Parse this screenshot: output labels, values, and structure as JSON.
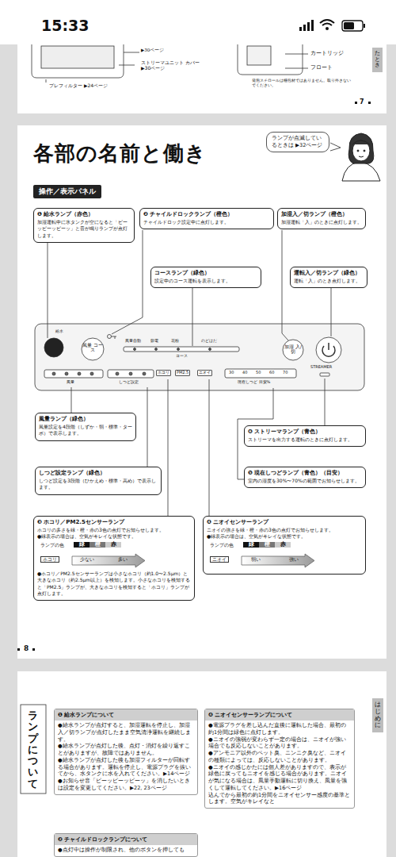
{
  "diagram": {
    "title": "各部の名前と働き",
    "nodes": [
      {
        "text": [
          "ランプが点滅しているときは ▶32ページ"
        ]
      },
      {
        "text": [
          "操作／表示パネル"
        ]
      },
      {
        "text": [
          "❶ 給水ランプ（赤色）",
          "加湿運転中に水タンクが空になると「ピーッピーッピーッ」と音が鳴りランプが点灯します。"
        ]
      },
      {
        "text": [
          "❷ チャイルドロックランプ（橙色）",
          "チャイルドロック設定中に点灯します。"
        ]
      },
      {
        "text": [
          "加湿入／切ランプ（橙色）",
          "加湿運転「入」のときに点灯します。"
        ]
      },
      {
        "text": [
          "コースランプ（緑色）",
          "設定中のコース運転を表示します。"
        ]
      },
      {
        "text": [
          "運転入／切ランプ（緑色）",
          "運転「入」のとき点灯します。"
        ]
      },
      {
        "text": [
          "風量ランプ（緑色）",
          "風量設定を4段階（しずか・弱・標準・ターボ）で表示します。"
        ]
      },
      {
        "text": [
          "❻ ストリーマランプ（青色）",
          "ストリーマを出力する運転のときに点灯します。"
        ]
      },
      {
        "text": [
          "❺ 現在しつどランプ（青色）（目安）",
          "室内の湿度を30%〜70%の範囲でお知らせします。"
        ]
      },
      {
        "text": [
          "しつど設定ランプ（緑色）",
          "しつど設定を3段階（ひかえめ・標準・高め）で表示します。"
        ]
      },
      {
        "text": [
          "❸ ホコリ／PM2.5センサーランプ",
          "ホコリの多さを緑・橙・赤の3色の点灯でお知らせします。",
          "●緑表示の場合は、空気がキレイな状態です。",
          "●ホコリ／PM2.5センサーランプは小さなホコリ（約1.0〜2.5μm）と大きなホコリ（約2.5μm以上）を検知します。小さなホコリを検知すると「PM2.5」ランプが、大きなホコリを検知すると「ホコリ」ランプが点灯します。"
        ]
      },
      {
        "text": [
          "❹ ニオイセンサーランプ",
          "ニオイの強さを緑・橙・赤の3色の点灯でお知らせします。",
          "●緑表示の場合は、空気がキレイな状態です。"
        ]
      },
      {
        "text": [
          "❶ 給水ランプについて",
          "●給水ランプが点灯すると、加湿運転を停止し、加湿入／切ランプが点灯したまま空気清浄運転を継続します。",
          "●給水ランプが点灯した後、点灯・消灯を繰り返すことがありますが、故障ではありません。",
          "●給水ランプが点灯した後も加湿フィルターが回転する場合があります。運転を停止し、電源プラグを抜いてから、水タンクに水を入れてください。▶14ページ",
          "●お知らせ音「ピーッピーッピーッ」を消したいときは設定を変更してください。▶22, 23ページ"
        ]
      },
      {
        "text": [
          "❹ ニオイセンサーランプについて",
          "●電源プラグを差し込んだ直後に運転した場合、最初の約1分間は緑色に点灯します。",
          "●ニオイの強弱が変わらず一定の場合は、ニオイが強い場合でも反応しないことがあります。",
          "●アンモニア以外のペット臭、ニンニク臭など、ニオイの種類によっては、反応しないことがあります。",
          "●ニオイの感じかたには個人差がありますので、表示が緑色に戻ってもニオイを感じる場合があります。ニオイが気になる場合は、風量手動運転に切り換え、風量を強くして運転してください。▶16ページ",
          "込んでから最初の約1分間をニオイセンサー感度の基準とします。空気がキレイなと"
        ]
      },
      {
        "text": [
          "❷ チャイルドロックランプについて",
          "●点灯中は操作が制限され、他のボタンを押しても"
        ]
      }
    ],
    "labels": [
      "15:33",
      "▶30ページ",
      "ストリーマユニット カバー ▶30ページ",
      "カートリッジ",
      "フロート",
      "発泡スチロールは梱包材ではありません。取り外さないでください。",
      "プレフィルター ▶24ページ",
      "7",
      "たとき",
      "給水",
      "風量 コース",
      "風量自動",
      "節電",
      "花粉",
      "のどはだ",
      "コース",
      "加湿 入/切",
      "STREAMER",
      "風量",
      "しつど設定",
      "ホコリ",
      "PM2.5",
      "ニオイ",
      "30",
      "40",
      "50",
      "60",
      "70",
      "現在しつど 目安%",
      "ランプの色",
      "緑",
      "橙",
      "赤",
      "ホコリ",
      "少ない",
      "多い",
      "ランプの色",
      "緑",
      "橙",
      "赤",
      "ニオイ",
      "弱い",
      "強い",
      "8",
      "ランプについて",
      "はじめに"
    ]
  }
}
